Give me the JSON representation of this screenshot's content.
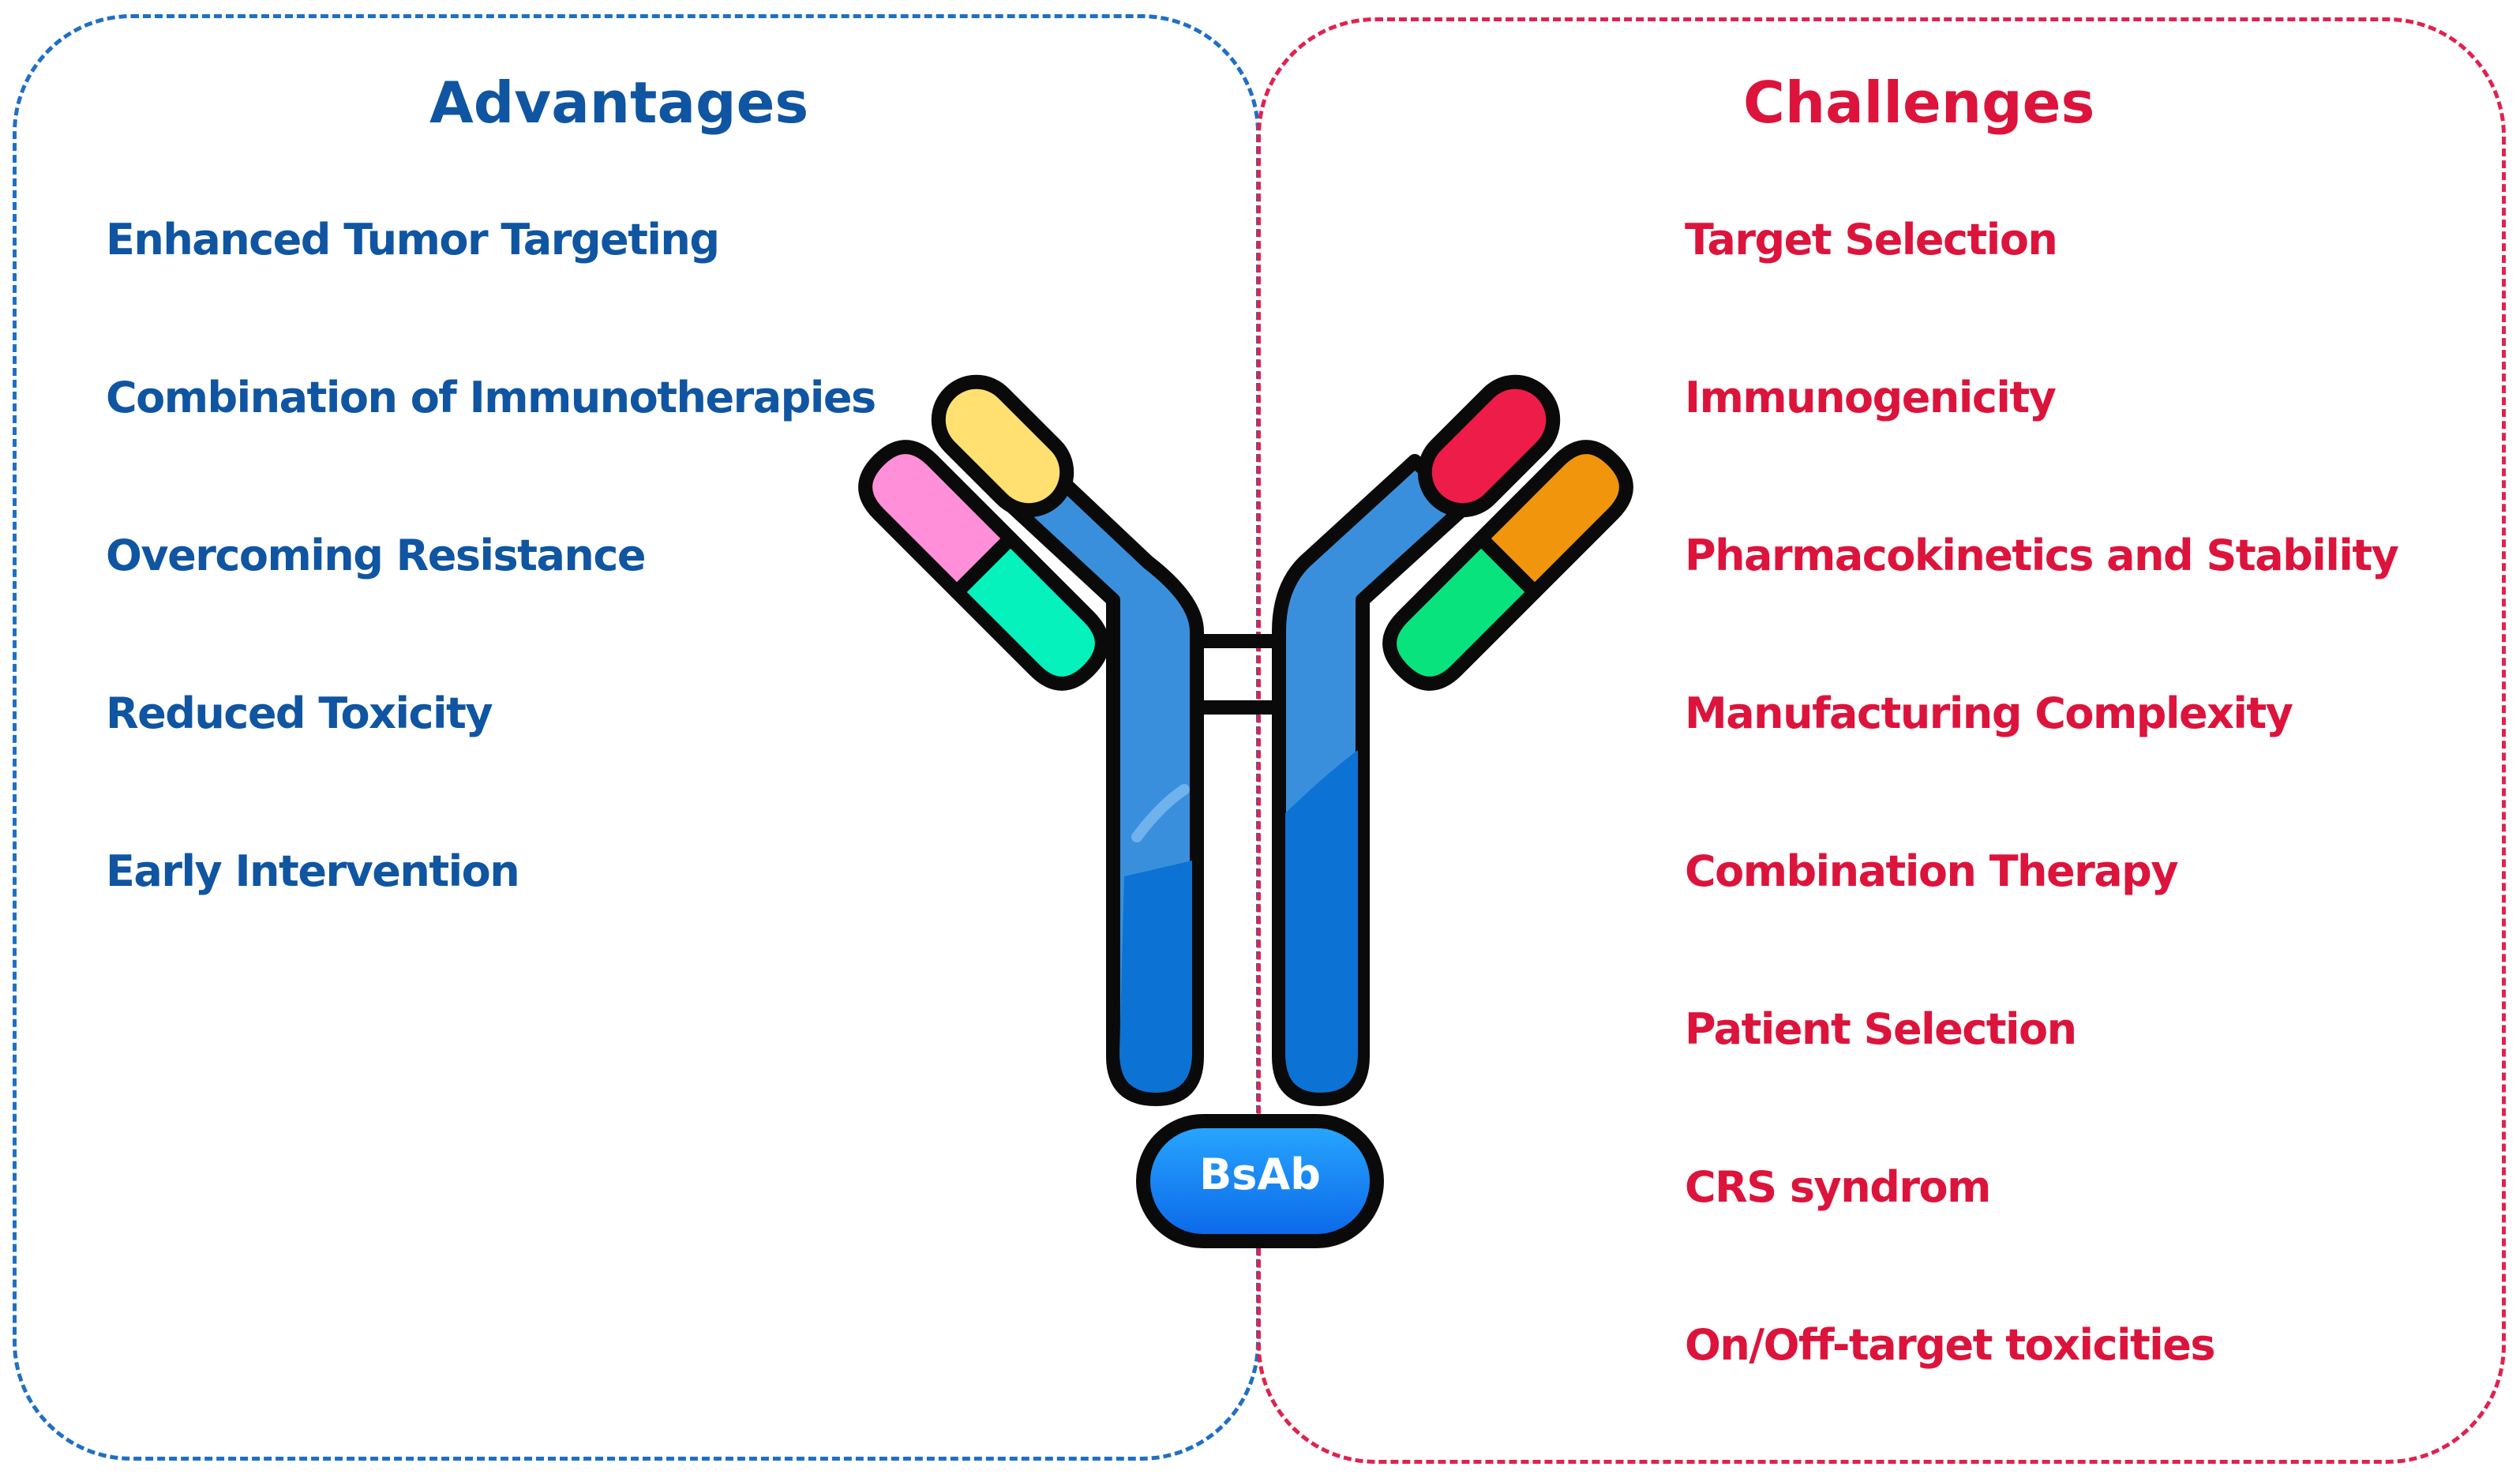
{
  "advantages": {
    "title": "Advantages",
    "items": [
      "Enhanced Tumor Targeting",
      "Combination of Immunotherapies",
      "Overcoming Resistance",
      "Reduced Toxicity",
      "Early Intervention"
    ]
  },
  "challenges": {
    "title": "Challenges",
    "items": [
      "Target Selection",
      "Immunogenicity",
      "Pharmacokinetics and Stability",
      "Manufacturing Complexity",
      "Combination Therapy",
      "Patient Selection",
      "CRS syndrom",
      "On/Off-target toxicities"
    ]
  },
  "antibody": {
    "label": "BsAb",
    "colors": {
      "heavy_chain": "#3a8fdd",
      "heavy_chain_dark": "#0c72d3",
      "outline": "#0a0a0a",
      "yellow": "#ffe070",
      "pink": "#ff8fd8",
      "green": "#05f2bc",
      "red": "#ee1c48",
      "orange": "#f0950c",
      "green2": "#08e37e",
      "label_bg": "#1a8ff0"
    }
  },
  "colors": {
    "advantages": "#0f55a2",
    "challenges": "#dc143c",
    "left_border": "#1f6fc5",
    "right_border": "#e0224f"
  }
}
